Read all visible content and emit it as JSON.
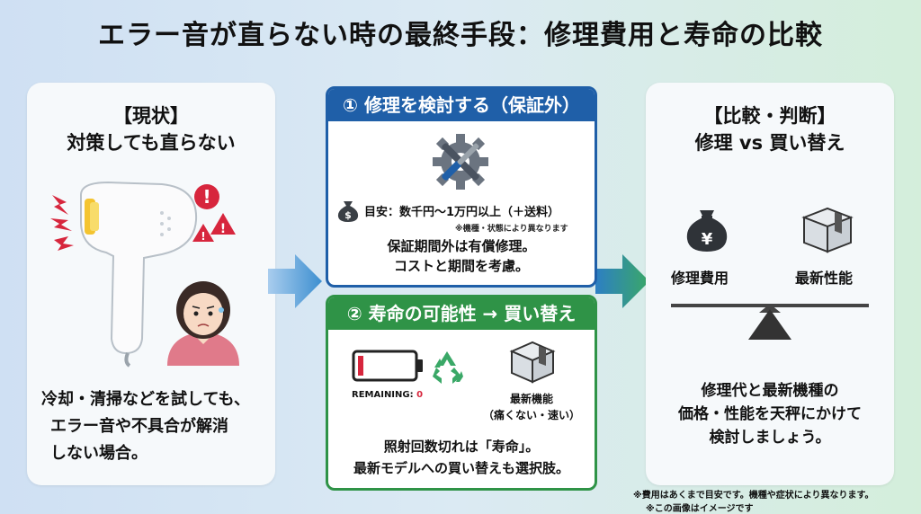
{
  "title": "エラー音が直らない時の最終手段：修理費用と寿命の比較",
  "left": {
    "heading_line1": "【現状】",
    "heading_line2": "対策しても直らない",
    "body": [
      "冷却・清掃などを試しても、",
      "エラー音や不具合が解消",
      "しない場合。"
    ]
  },
  "repair": {
    "header": "① 修理を検討する（保証外）",
    "cost": "目安：数千円〜1万円以上（＋送料）",
    "cost_note": "※機種・状態により異なります",
    "body": [
      "保証期間外は有償修理。",
      "コストと期間を考慮。"
    ]
  },
  "life": {
    "header": "② 寿命の可能性 → 買い替え",
    "remaining_label": "REMAINING:",
    "remaining_value": "0",
    "new_model_line1": "最新機能",
    "new_model_line2": "（痛くない・速い）",
    "body": [
      "照射回数切れは「寿命」。",
      "最新モデルへの買い替えも選択肢。"
    ]
  },
  "right": {
    "heading_line1": "【比較・判断】",
    "heading_line2": "修理 vs 買い替え",
    "bag_symbol": "¥",
    "left_label": "修理費用",
    "right_label": "最新性能",
    "body": [
      "修理代と最新機種の",
      "価格・性能を天秤にかけて",
      "検討しましょう。"
    ]
  },
  "notes": [
    "※費用はあくまで目安です。機種や症状により異なります。",
    "※この画像はイメージです"
  ],
  "colors": {
    "blue": "#1f5fa8",
    "green": "#2f9347",
    "red": "#d7263d",
    "arrow_blue": "#3d8fd0",
    "arrow_green": "#3aa867"
  }
}
